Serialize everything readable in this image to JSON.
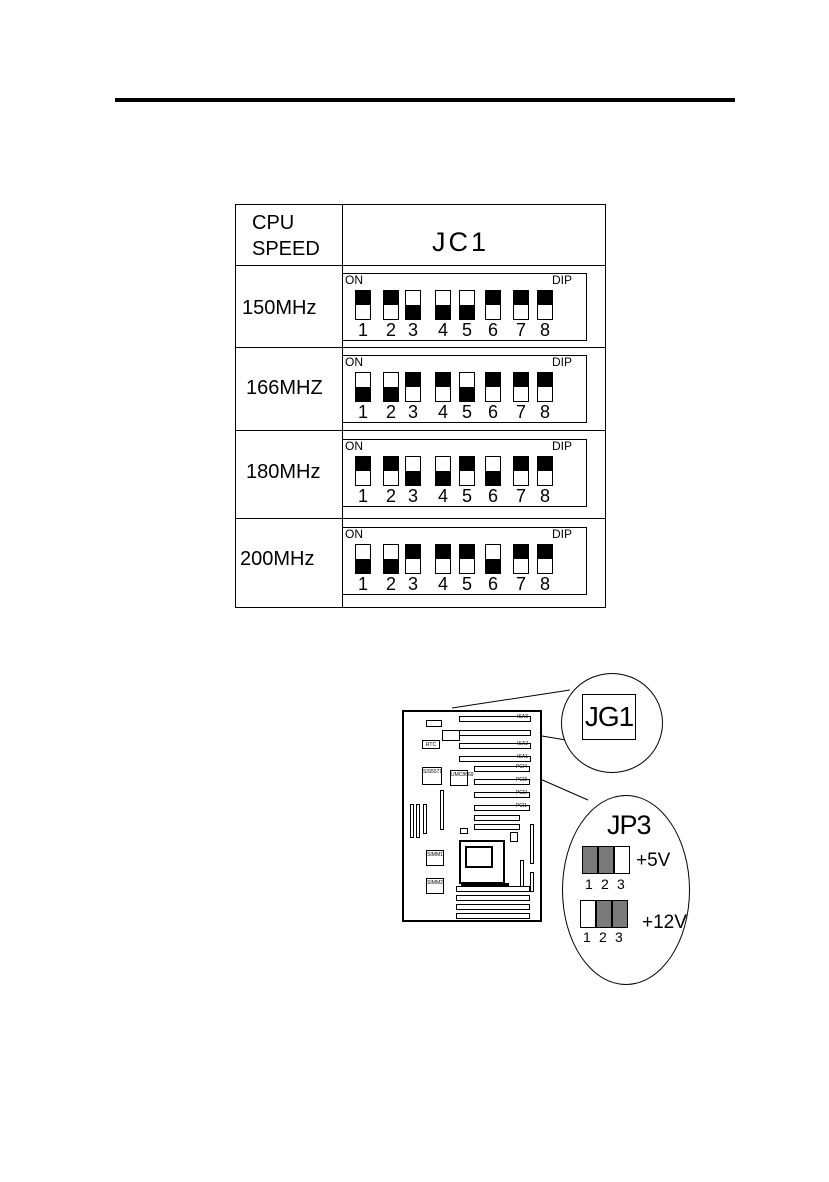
{
  "jc1_table": {
    "header_col1_line1": "CPU",
    "header_col1_line2": "SPEED",
    "header_col2": "JC1",
    "dip_on_label": "ON",
    "dip_brand_label": "DIP",
    "switch_numbers": [
      "1",
      "2",
      "3",
      "4",
      "5",
      "6",
      "7",
      "8"
    ],
    "rows": [
      {
        "speed": "150MHz",
        "switches": [
          "on",
          "on",
          "off",
          "off",
          "off",
          "on",
          "on",
          "on"
        ]
      },
      {
        "speed": "166MHZ",
        "switches": [
          "off",
          "off",
          "on",
          "on",
          "off",
          "on",
          "on",
          "on"
        ]
      },
      {
        "speed": "180MHz",
        "switches": [
          "on",
          "on",
          "off",
          "off",
          "on",
          "off",
          "on",
          "on"
        ]
      },
      {
        "speed": "200MHz",
        "switches": [
          "off",
          "off",
          "on",
          "on",
          "on",
          "off",
          "on",
          "on"
        ]
      }
    ]
  },
  "board_diagram": {
    "callout_jg1": "JG1",
    "callout_jp3": "JP3",
    "jp3_rows": [
      {
        "pins": [
          "1",
          "2",
          "3"
        ],
        "shaded": [
          true,
          true,
          false
        ],
        "voltage": "+5V"
      },
      {
        "pins": [
          "1",
          "2",
          "3"
        ],
        "shaded": [
          false,
          true,
          true
        ],
        "voltage": "+12V"
      }
    ],
    "slot_labels": [
      "ISA3",
      "ISA2",
      "ISA1",
      "PCI4",
      "PCI3",
      "PCI2",
      "PCI1"
    ],
    "chip_labels": [
      "SIS5571",
      "UMC8669",
      "RTC",
      "SIMM1",
      "SIMM2"
    ],
    "colors": {
      "jumper_shaded": "#7a7a7a"
    }
  }
}
